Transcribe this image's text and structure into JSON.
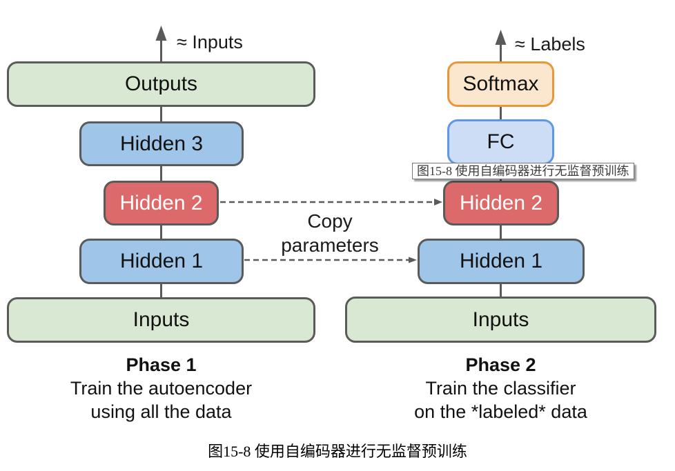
{
  "figure": {
    "left_column": {
      "approx_label": "≈ Inputs",
      "boxes": [
        {
          "label": "Outputs"
        },
        {
          "label": "Hidden 3"
        },
        {
          "label": "Hidden 2"
        },
        {
          "label": "Hidden 1"
        },
        {
          "label": "Inputs"
        }
      ],
      "phase": {
        "title": "Phase 1",
        "line1": "Train the autoencoder",
        "line2": "using all the data"
      }
    },
    "right_column": {
      "approx_label": "≈ Labels",
      "boxes": [
        {
          "label": "Softmax"
        },
        {
          "label": "FC"
        },
        {
          "label": "Hidden 2"
        },
        {
          "label": "Hidden 1"
        },
        {
          "label": "Inputs"
        }
      ],
      "phase": {
        "title": "Phase 2",
        "line1": "Train the classifier",
        "line2": "on the *labeled* data"
      }
    },
    "copy_arrow_label": {
      "line1": "Copy",
      "line2": "parameters"
    },
    "tooltip_text": "图15-8 使用自编码器进行无监督预训练",
    "caption": "图15-8 使用自编码器进行无监督预训练"
  },
  "colors": {
    "box_green_fill": "#d9e8d2",
    "box_blue_fill": "#9fc5e8",
    "box_red_fill": "#dd6a6a",
    "box_fc_fill": "#cdddf5",
    "box_fc_border": "#5e96e8",
    "box_softmax_fill": "#fbe7ce",
    "box_softmax_border": "#e8973a",
    "border_gray": "#5a5a5a",
    "connector": "#5a5a5a"
  }
}
